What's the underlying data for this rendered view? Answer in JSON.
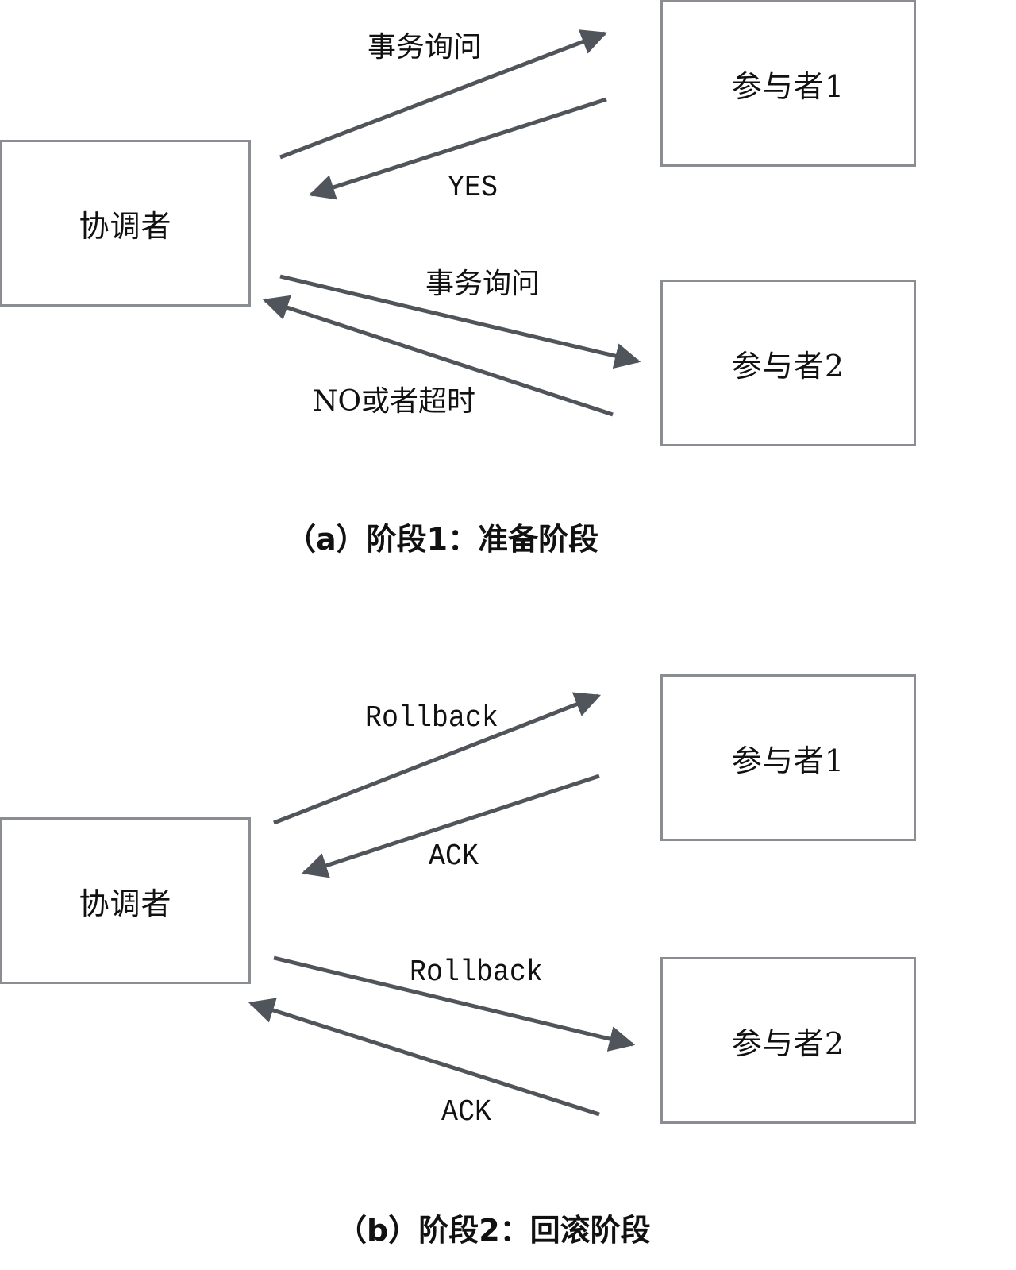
{
  "colors": {
    "box_border": "#8a8d92",
    "arrow": "#50545b",
    "text": "#111111",
    "background": "#ffffff"
  },
  "panel_a": {
    "caption": "（a）阶段1：准备阶段",
    "coordinator": "协调者",
    "participant1": "参与者1",
    "participant2": "参与者2",
    "edges": [
      {
        "from": "coordinator",
        "to": "participant1",
        "label": "事务询问"
      },
      {
        "from": "participant1",
        "to": "coordinator",
        "label": "YES"
      },
      {
        "from": "coordinator",
        "to": "participant2",
        "label": "事务询问"
      },
      {
        "from": "participant2",
        "to": "coordinator",
        "label": "NO或者超时"
      }
    ]
  },
  "panel_b": {
    "caption": "（b）阶段2：回滚阶段",
    "coordinator": "协调者",
    "participant1": "参与者1",
    "participant2": "参与者2",
    "edges": [
      {
        "from": "coordinator",
        "to": "participant1",
        "label": "Rollback"
      },
      {
        "from": "participant1",
        "to": "coordinator",
        "label": "ACK"
      },
      {
        "from": "coordinator",
        "to": "participant2",
        "label": "Rollback"
      },
      {
        "from": "participant2",
        "to": "coordinator",
        "label": "ACK"
      }
    ]
  }
}
